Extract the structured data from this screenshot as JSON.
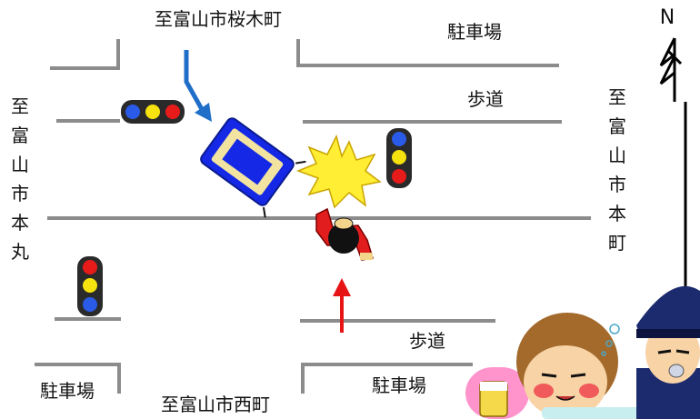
{
  "labels": {
    "dest_north": "至富山市桜木町",
    "dest_south": "至富山市西町",
    "dest_west": "至富山市本丸",
    "dest_east": "至富山市本町",
    "parking_ne": "駐車場",
    "parking_sw": "駐車場",
    "parking_s": "駐車場",
    "sidewalk_n": "歩道",
    "sidewalk_s": "歩道",
    "compass": "N"
  },
  "colors": {
    "road_line": "#8c8c8c",
    "car_body": "#1428e6",
    "car_window": "#f2e3a0",
    "arrow_blue": "#1f6fc8",
    "arrow_red": "#e61414",
    "burst": "#ffee33",
    "light_red": "#e81b1b",
    "light_yellow": "#f6e20f",
    "light_blue": "#2a5be8",
    "light_case": "#2a2a2a"
  },
  "icons": {
    "car": "car-icon",
    "collision": "collision-burst-icon",
    "pedestrian": "pedestrian-icon",
    "police": "police-officer-icon",
    "drunk_driver": "drunk-driver-icon"
  }
}
